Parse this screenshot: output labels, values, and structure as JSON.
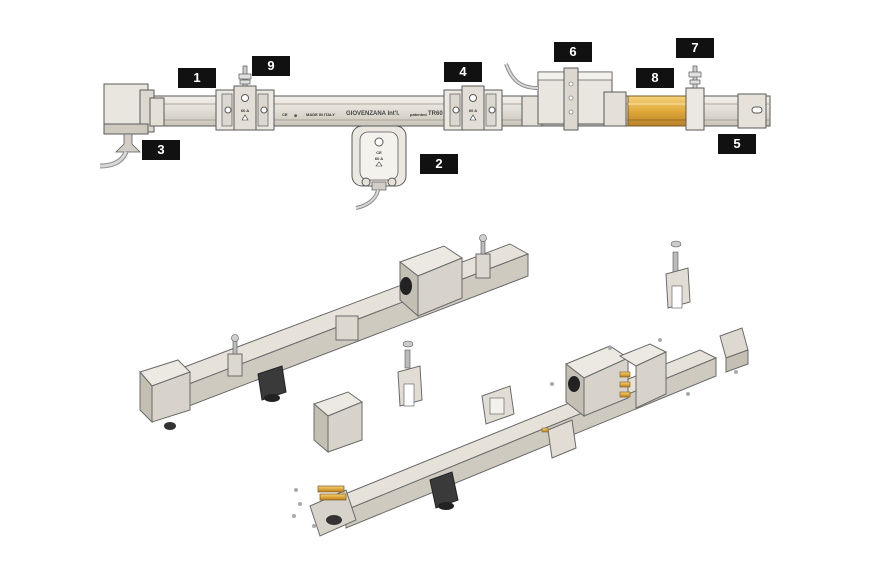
{
  "callouts": {
    "c1": "1",
    "c2": "2",
    "c3": "3",
    "c4": "4",
    "c5": "5",
    "c6": "6",
    "c7": "7",
    "c8": "8",
    "c9": "9"
  },
  "rail_print": {
    "brand": "GIOVENZANA Int'l.",
    "model": "TR60",
    "made_in": "MADE IN ITALY",
    "patent": "patented"
  },
  "colors": {
    "body": "#d6d2c8",
    "body_dark": "#a9a49a",
    "outline": "#5a5a5a",
    "copper": "#e0a93a",
    "cable": "#bdbdbd",
    "black": "#111111"
  }
}
